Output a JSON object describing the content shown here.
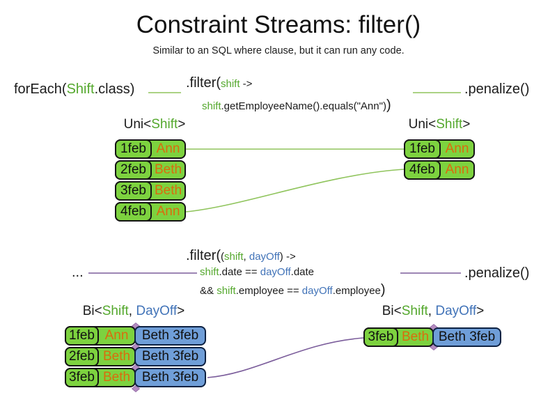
{
  "slide": {
    "title": "Constraint Streams: filter()",
    "subtitle": "Similar to an SQL where clause, but it can run any code."
  },
  "flow1": {
    "source": {
      "fn": "forEach(",
      "type": "Shift",
      "rest": ".class)"
    },
    "filter": {
      "open": ".filter(",
      "param": "shift",
      "arrow": " ->",
      "body": {
        "var": "shift",
        "rest": ".getEmployeeName().equals(\"Ann\")",
        "close": ")"
      }
    },
    "penalize": ".penalize()",
    "left": {
      "type": {
        "pre": "Uni<",
        "shift": "Shift",
        "post": ">"
      },
      "rows": [
        {
          "date": "1feb",
          "name": "Ann"
        },
        {
          "date": "2feb",
          "name": "Beth"
        },
        {
          "date": "3feb",
          "name": "Beth"
        },
        {
          "date": "4feb",
          "name": "Ann"
        }
      ]
    },
    "right": {
      "type": {
        "pre": "Uni<",
        "shift": "Shift",
        "post": ">"
      },
      "rows": [
        {
          "date": "1feb",
          "name": "Ann"
        },
        {
          "date": "4feb",
          "name": "Ann"
        }
      ]
    }
  },
  "flow2": {
    "source": "...",
    "filter": {
      "open": ".filter(",
      "paren": "(",
      "p1": "shift",
      "comma": ", ",
      "p2": "dayOff",
      "arrow": ") ->",
      "line2": {
        "v1": "shift",
        "op": ".date == ",
        "v2": "dayOff",
        "rest": ".date"
      },
      "line3": {
        "pre": "&& ",
        "v1": "shift",
        "op": ".employee == ",
        "v2": "dayOff",
        "rest": ".employee",
        "close": ")"
      }
    },
    "penalize": ".penalize()",
    "left": {
      "type": {
        "pre": "Bi<",
        "shift": "Shift",
        "comma": ", ",
        "dayoff": "DayOff",
        "post": ">"
      },
      "rows": [
        {
          "date": "1feb",
          "name": "Ann",
          "dayoff": "Beth 3feb"
        },
        {
          "date": "2feb",
          "name": "Beth",
          "dayoff": "Beth 3feb"
        },
        {
          "date": "3feb",
          "name": "Beth",
          "dayoff": "Beth 3feb"
        }
      ]
    },
    "right": {
      "type": {
        "pre": "Bi<",
        "shift": "Shift",
        "comma": ", ",
        "dayoff": "DayOff",
        "post": ">"
      },
      "rows": [
        {
          "date": "3feb",
          "name": "Beth",
          "dayoff": "Beth 3feb"
        }
      ]
    }
  },
  "colors": {
    "shift_green_text": "#54a82d",
    "dayoff_blue_text": "#4173b8",
    "fact_box_green": "#7dd23f",
    "fact_box_blue": "#6f9ed8",
    "employee_orange_text": "#d96c0e",
    "wire_green": "#8fc45c",
    "wire_purple": "#7b5d9b"
  }
}
